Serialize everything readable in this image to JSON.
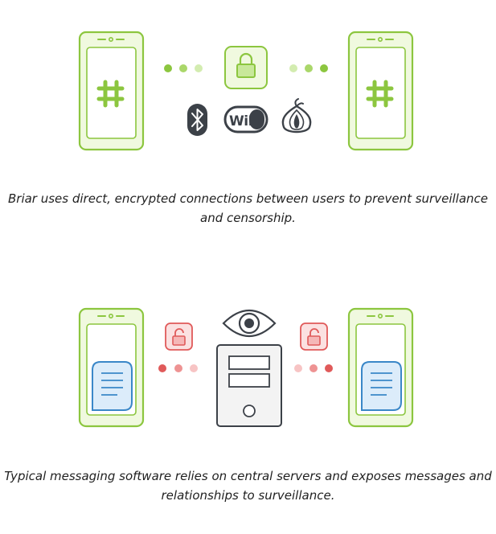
{
  "colors": {
    "green_stroke": "#8cc63f",
    "green_fill": "#f0f9df",
    "green_dot_dark": "#8cc63f",
    "green_dot_light": "#c8e89a",
    "red_stroke": "#e05a5a",
    "red_fill": "#fbe1e1",
    "red_dot_dark": "#e05a5a",
    "red_dot_light": "#f5b7b7",
    "blue_stroke": "#3a87c8",
    "blue_fill": "#dcecfa",
    "dark_icon": "#3c4148"
  },
  "top_diagram": {
    "left_phone_icon": "briar-hash-icon",
    "right_phone_icon": "briar-hash-icon",
    "center_icon": "lock-icon",
    "transports": [
      "bluetooth-icon",
      "wifi-icon",
      "tor-onion-icon"
    ],
    "wifi_text": "WiFi",
    "caption": "Briar uses direct, encrypted connections between users to prevent surveillance and censorship."
  },
  "bottom_diagram": {
    "left_phone_icon": "message-document-icon",
    "right_phone_icon": "message-document-icon",
    "server_icons": [
      "eye-icon",
      "server-icon"
    ],
    "lock_icons": [
      "unlocked-padlock-icon",
      "unlocked-padlock-icon"
    ],
    "caption": "Typical messaging software relies on central servers and exposes messages and relationships to surveillance."
  }
}
